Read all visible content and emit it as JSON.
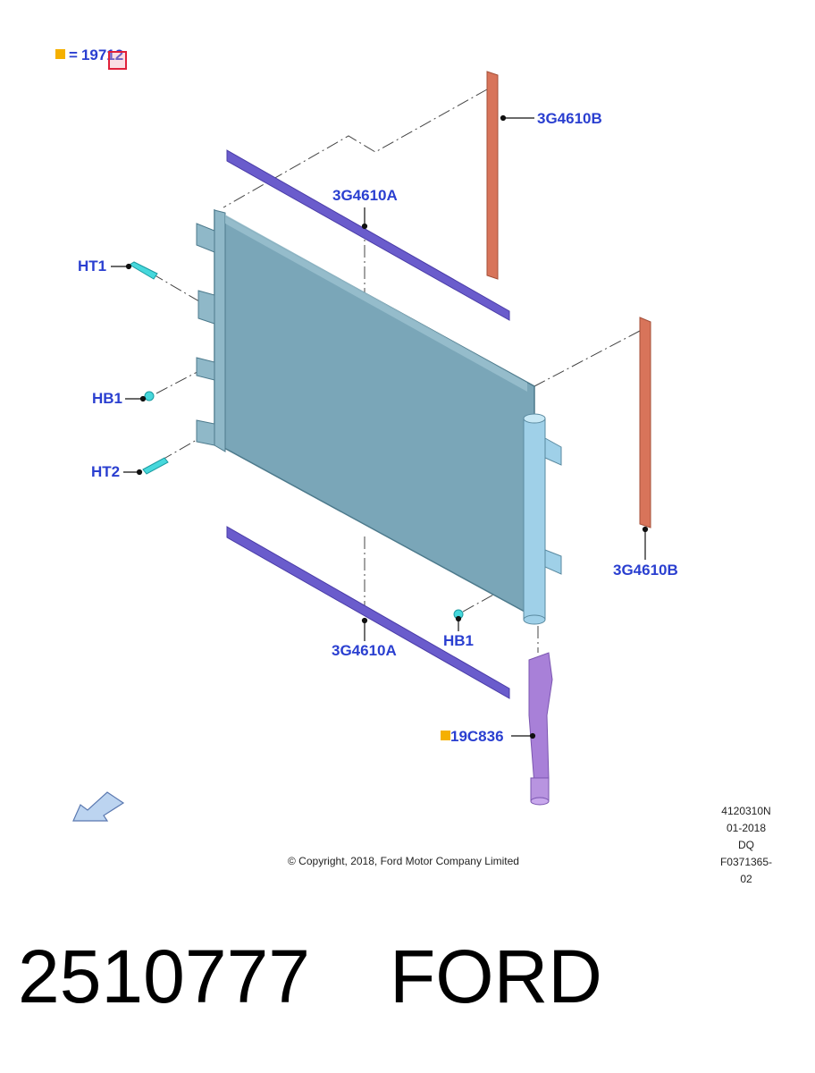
{
  "legend": {
    "equals": "=",
    "part_number": "19712",
    "marker_color": "#f5b000"
  },
  "callouts": {
    "seal_top_right": "3G4610B",
    "seal_top": "3G4610A",
    "ht1": "HT1",
    "hb1_left": "HB1",
    "ht2": "HT2",
    "seal_right": "3G4610B",
    "hb1_right": "HB1",
    "seal_bottom": "3G4610A",
    "hose": "19C836"
  },
  "meta": {
    "code": "4120310N",
    "date": "01-2018",
    "dq": "DQ",
    "figure": "F0371365-02"
  },
  "copyright": "© Copyright, 2018, Ford Motor Company Limited",
  "caption": {
    "part_no": "2510777",
    "brand": "FORD"
  },
  "colors": {
    "callout_text": "#2a3fd0",
    "condenser": "#7aa6b8",
    "seal_a": "#6a5ccc",
    "seal_b": "#d8745a",
    "hose": "#a880d8",
    "fastener": "#46d8dc"
  }
}
